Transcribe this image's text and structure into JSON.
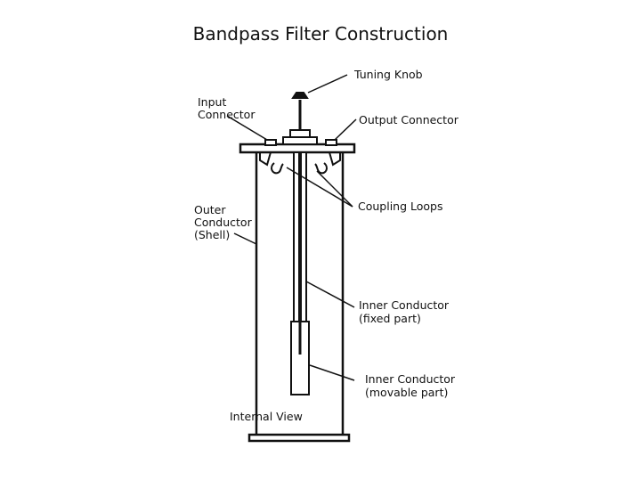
{
  "title": "Bandpass Filter Construction",
  "labels": {
    "tuning_knob": "Tuning Knob",
    "input_connector": [
      "Input",
      "Connector"
    ],
    "output_connector": "Output Connector",
    "outer_conductor": [
      "Outer",
      "Conductor",
      "(Shell)"
    ],
    "coupling_loops": "Coupling Loops",
    "inner_fixed": [
      "Inner Conductor",
      "(fixed part)"
    ],
    "inner_movable": [
      "Inner Conductor",
      "(movable part)"
    ],
    "internal_view": "Internal View"
  }
}
